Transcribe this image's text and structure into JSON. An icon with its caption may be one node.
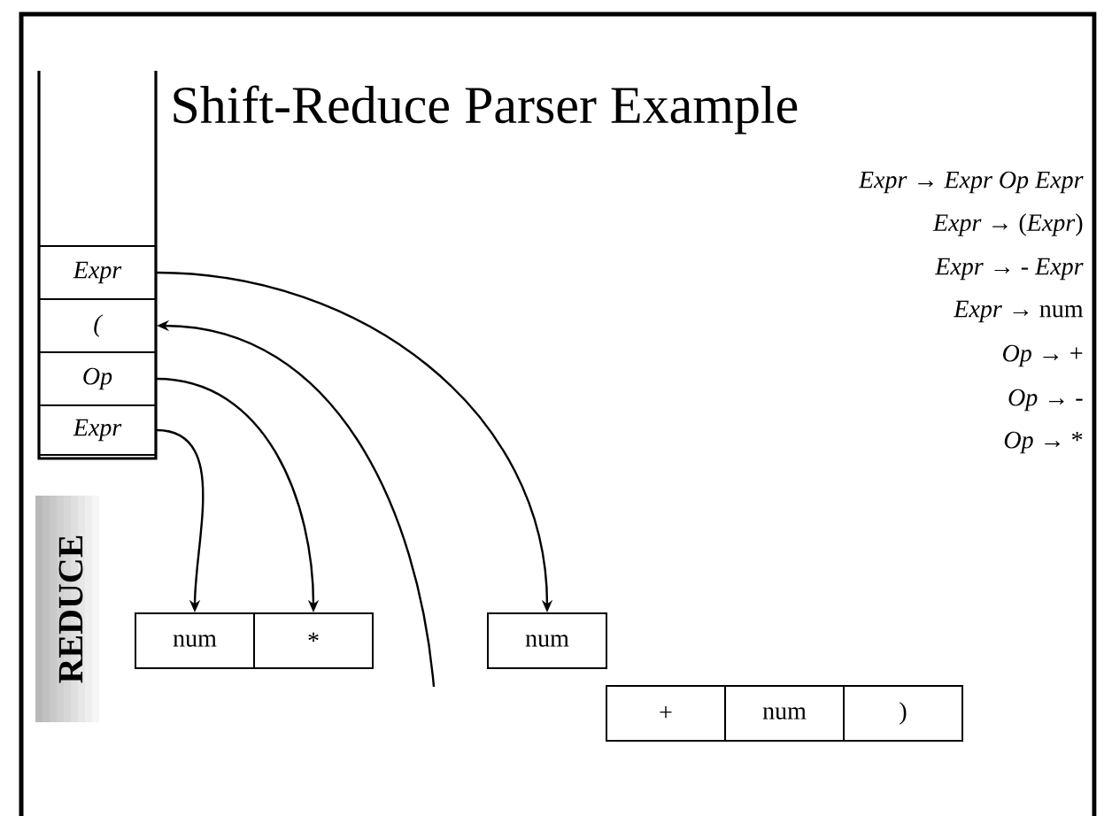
{
  "diagram": {
    "title": "Shift-Reduce Parser Example",
    "nodes": [
      {
        "text": [
          "Expr"
        ]
      },
      {
        "text": [
          "("
        ]
      },
      {
        "text": [
          "Op"
        ]
      },
      {
        "text": [
          "Expr"
        ]
      },
      {
        "text": [
          "num"
        ]
      },
      {
        "text": [
          "*"
        ]
      },
      {
        "text": [
          "num"
        ]
      },
      {
        "text": [
          "+"
        ]
      },
      {
        "text": [
          "num"
        ]
      },
      {
        "text": [
          ")"
        ]
      },
      {
        "text": [
          "REDUCE"
        ]
      }
    ],
    "edges": [
      {
        "from": 0,
        "to": 6,
        "arrow": "to"
      },
      {
        "from": null,
        "to": 1,
        "arrow": "to"
      },
      {
        "from": 2,
        "to": 5,
        "arrow": "to"
      },
      {
        "from": 3,
        "to": 4,
        "arrow": "to"
      }
    ],
    "labels": [
      "*Expr* → *Expr Op  Expr*",
      "*Expr* → (*Expr*)",
      "*Expr* → - *Expr*",
      "*Expr* → num",
      "*Op* → +",
      "*Op* → -",
      "*Op* → *"
    ]
  }
}
